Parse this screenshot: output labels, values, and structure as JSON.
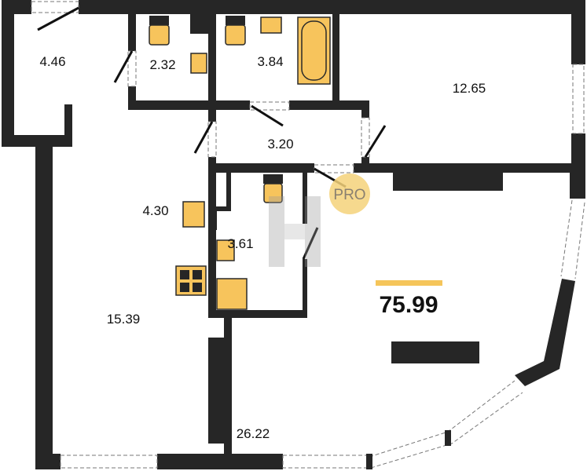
{
  "plan": {
    "total_area": "75.99",
    "rooms": [
      {
        "id": "hall",
        "area": "4.46"
      },
      {
        "id": "toilet",
        "area": "2.32"
      },
      {
        "id": "bathroom",
        "area": "3.84"
      },
      {
        "id": "bedroom",
        "area": "12.65"
      },
      {
        "id": "corridor",
        "area": "3.20"
      },
      {
        "id": "hall-2",
        "area": "4.30"
      },
      {
        "id": "bathroom-2",
        "area": "3.61"
      },
      {
        "id": "kitchen",
        "area": "15.39"
      },
      {
        "id": "living",
        "area": "26.22"
      }
    ],
    "watermark": "PRO",
    "colors": {
      "wall": "#262626",
      "fixture": "#F7C45C",
      "accent": "#F5C55A",
      "watermark": "#F5D27A"
    }
  }
}
